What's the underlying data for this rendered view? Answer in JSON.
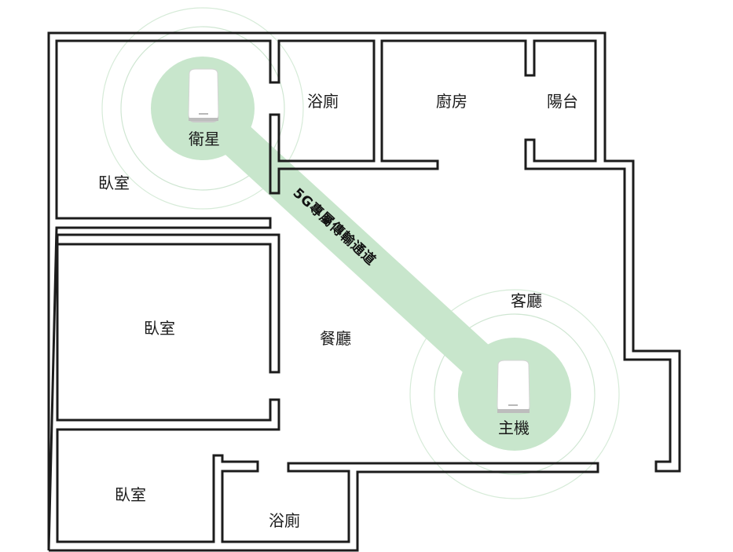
{
  "rooms": {
    "bedroom_top": "臥室",
    "bedroom_mid": "臥室",
    "bedroom_bottom": "臥室",
    "bath_top": "浴廁",
    "bath_bottom": "浴廁",
    "kitchen": "廚房",
    "balcony": "陽台",
    "dining": "餐廳",
    "living": "客廳"
  },
  "devices": {
    "satellite": {
      "label": "衛星",
      "icon": "router-icon"
    },
    "router": {
      "label": "主機",
      "icon": "router-icon"
    }
  },
  "link": {
    "label": "5G專屬傳輸通道"
  },
  "colors": {
    "coverage_fill": "#c8e6cc",
    "coverage_ring": "#cfe6d2",
    "link_band": "#c8e6cc",
    "wall": "#1c1c1c"
  }
}
